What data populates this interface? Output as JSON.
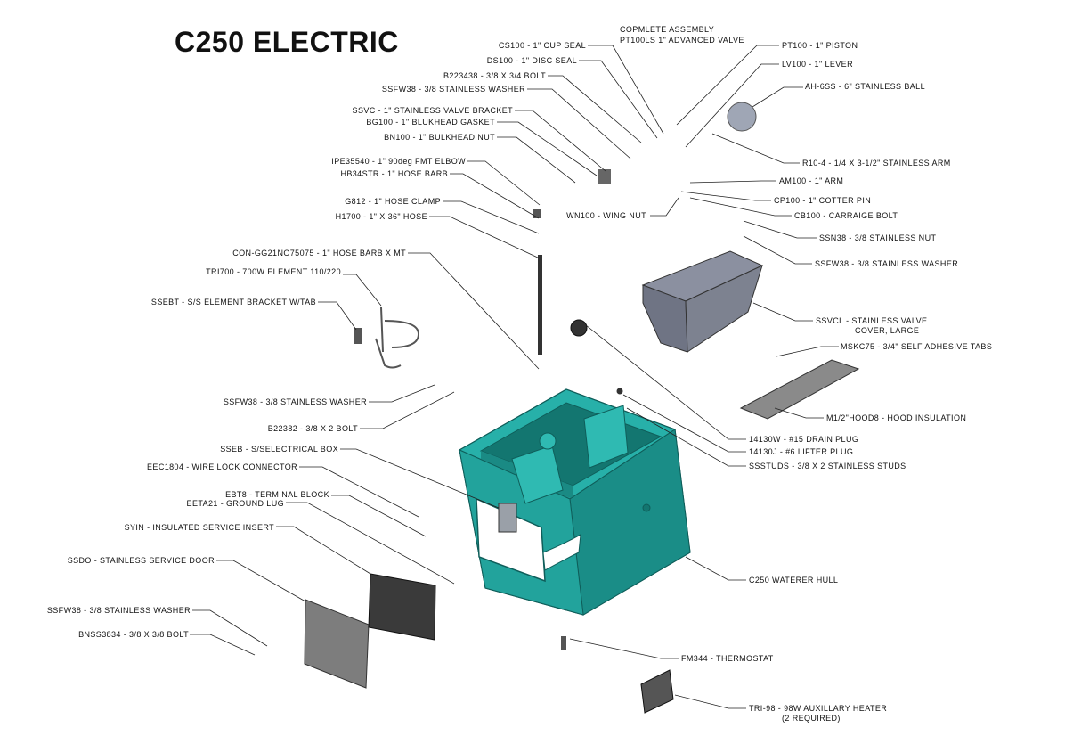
{
  "title": "C250 ELECTRIC",
  "labels": {
    "complete_assembly_1": "COPMLETE ASSEMBLY",
    "complete_assembly_2": "PT100LS 1\" ADVANCED VALVE",
    "cs100": "CS100 - 1\" CUP SEAL",
    "ds100": "DS100 - 1\" DISC SEAL",
    "b223438": "B223438 - 3/8 X 3/4 BOLT",
    "ssfw38_a": "SSFW38 - 3/8 STAINLESS WASHER",
    "ssvc": "SSVC - 1\" STAINLESS VALVE BRACKET",
    "bg100": "BG100 - 1\" BLUKHEAD GASKET",
    "bn100": "BN100 - 1\" BULKHEAD NUT",
    "ipe35540": "IPE35540 - 1\" 90deg FMT ELBOW",
    "hb34str": "HB34STR - 1\" HOSE BARB",
    "g812": "G812 - 1\" HOSE CLAMP",
    "h1700": "H1700 - 1\" X 36\" HOSE",
    "con_gg": "CON-GG21NO75075 - 1\" HOSE BARB X MT",
    "tri700": "TRI700 - 700W ELEMENT 110/220",
    "ssebt": "SSEBT - S/S ELEMENT BRACKET W/TAB",
    "ssfw38_b": "SSFW38 - 3/8 STAINLESS WASHER",
    "b22382": "B22382 - 3/8 X 2 BOLT",
    "sseb": "SSEB - S/SELECTRICAL BOX",
    "eec1804": "EEC1804 - WIRE LOCK CONNECTOR",
    "ebt8": "EBT8 - TERMINAL BLOCK",
    "eeta21": "EETA21 - GROUND LUG",
    "syin": "SYIN - INSULATED SERVICE INSERT",
    "ssdo": "SSDO - STAINLESS SERVICE DOOR",
    "ssfw38_c": "SSFW38 - 3/8 STAINLESS WASHER",
    "bnss3834": "BNSS3834 - 3/8 X 3/8 BOLT",
    "pt100": "PT100 - 1\" PISTON",
    "lv100": "LV100 - 1\" LEVER",
    "ah6ss": "AH-6SS - 6\" STAINLESS BALL",
    "r10_4": "R10-4 - 1/4 X 3-1/2\" STAINLESS ARM",
    "am100": "AM100 - 1\" ARM",
    "cp100": "CP100 - 1\" COTTER PIN",
    "wn100": "WN100 - WING NUT",
    "cb100": "CB100 - CARRAIGE BOLT",
    "ssn38": "SSN38 - 3/8 STAINLESS NUT",
    "ssfw38_d": "SSFW38 - 3/8 STAINLESS WASHER",
    "ssvcl_1": "SSVCL - STAINLESS VALVE",
    "ssvcl_2": "COVER, LARGE",
    "msk": "MSKC75 - 3/4\" SELF ADHESIVE TABS",
    "m12hood": "M1/2\"HOOD8 - HOOD INSULATION",
    "w14130": "14130W - #15 DRAIN PLUG",
    "j14130": "14130J - #6 LIFTER PLUG",
    "ssstuds": "SSSTUDS - 3/8 X 2 STAINLESS STUDS",
    "hull": "C250 WATERER HULL",
    "fm344": "FM344 - THERMOSTAT",
    "tri98_1": "TRI-98 - 98W AUXILLARY HEATER",
    "tri98_2": "(2 REQUIRED)"
  },
  "colors": {
    "hull": "#1f9c96",
    "hull_dark": "#137670",
    "steel": "#7d8290",
    "insulation": "#8a8a8a",
    "line": "#222222"
  }
}
